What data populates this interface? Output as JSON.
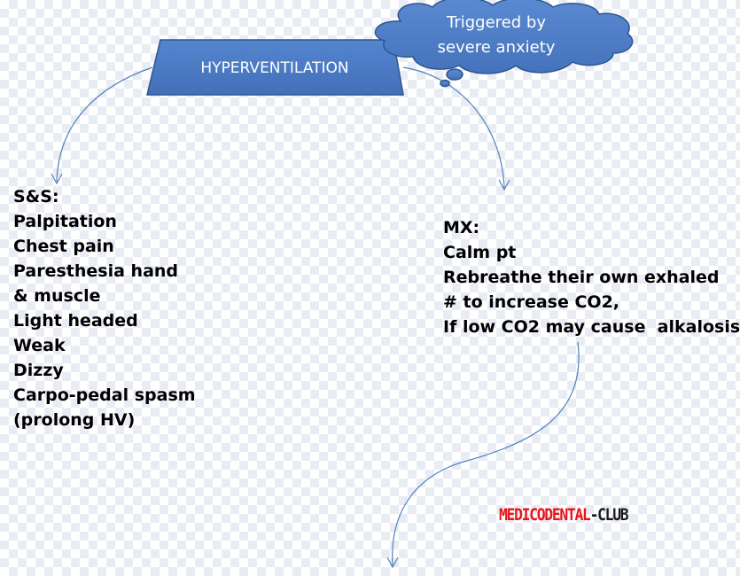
{
  "title": "HYPERVENTILATION",
  "trigger": {
    "line1": "Triggered by",
    "line2": "severe anxiety"
  },
  "signs_symptoms": {
    "heading": "S&S:",
    "items": [
      "Palpitation",
      "Chest pain",
      "Paresthesia hand",
      "& muscle",
      "Light headed",
      "Weak",
      "Dizzy",
      "Carpo-pedal spasm",
      "(prolong HV)"
    ]
  },
  "management": {
    "heading": "MX:",
    "items": [
      "Calm pt",
      "Rebreathe their own exhaled",
      "# to increase CO2,",
      "If low CO2 may cause  alkalosis"
    ]
  },
  "watermark": {
    "part1": "MEDICODENTAL",
    "part2": "-CLUB",
    "color1": "#e8141b",
    "color2": "#1a1a1a"
  },
  "colors": {
    "shape_fill": "#4a79c2",
    "shape_stroke": "#2e5590",
    "arrow": "#4f81bd"
  }
}
